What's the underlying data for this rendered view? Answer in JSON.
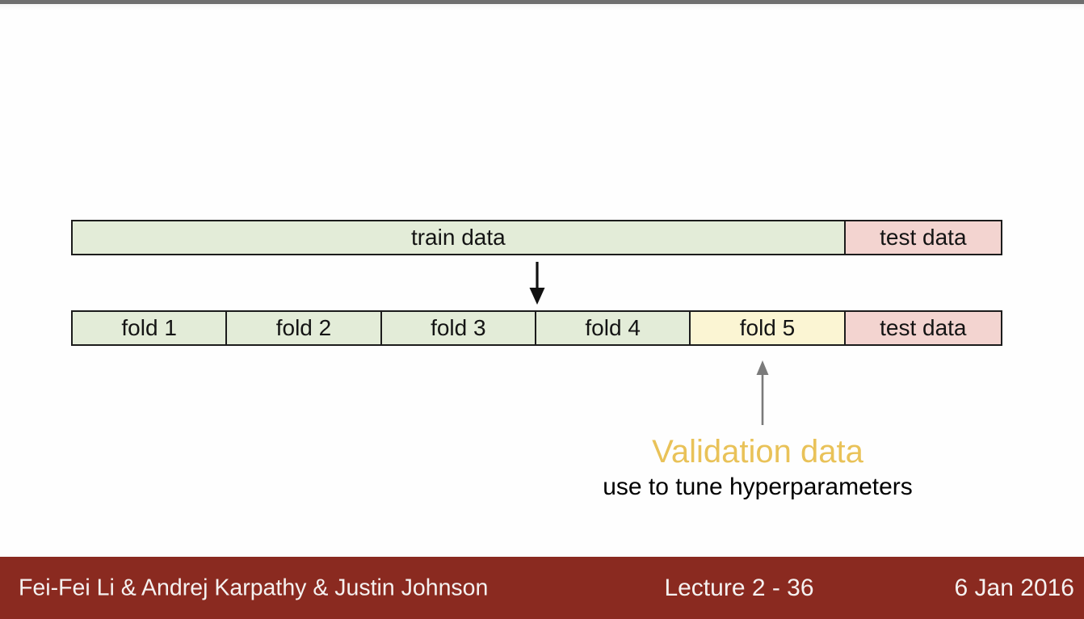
{
  "slide": {
    "background_color": "#fefefe",
    "top_strip_color": "#6e6e6e"
  },
  "diagram": {
    "split_bar": {
      "segments": [
        {
          "label": "train data",
          "color": "#e3ecd8"
        },
        {
          "label": "test data",
          "color": "#f3d4d0"
        }
      ]
    },
    "folds_bar": {
      "segments": [
        {
          "label": "fold 1",
          "color": "#e3ecd8"
        },
        {
          "label": "fold 2",
          "color": "#e3ecd8"
        },
        {
          "label": "fold 3",
          "color": "#e3ecd8"
        },
        {
          "label": "fold 4",
          "color": "#e3ecd8"
        },
        {
          "label": "fold 5",
          "color": "#fbf5d3"
        },
        {
          "label": "test data",
          "color": "#f3d4d0"
        }
      ]
    },
    "icons": {
      "down_arrow": "down-arrow-icon",
      "up_arrow": "up-arrow-icon"
    },
    "border_color": "#1c1c1c",
    "arrow_down_color": "#111111",
    "arrow_up_color": "#7b7b7b",
    "annotation": {
      "title": "Validation data",
      "title_color": "#e9c258",
      "subtitle": "use to tune hyperparameters",
      "subtitle_color": "#000000"
    }
  },
  "footer": {
    "background_color": "#8a2a20",
    "text_color": "#f5f1f0",
    "authors": "Fei-Fei Li & Andrej Karpathy & Justin Johnson",
    "lecture_label": "Lecture 2 - 36",
    "date": "6 Jan 2016"
  }
}
